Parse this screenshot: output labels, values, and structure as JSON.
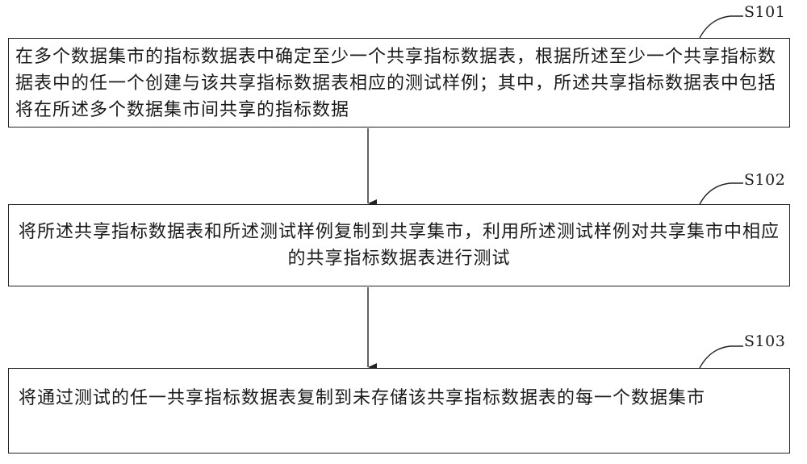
{
  "steps": [
    {
      "label": "S101",
      "text": "在多个数据集市的指标数据表中确定至少一个共享指标数据表，根据所述至少一个共享指标数据表中的任一个创建与该共享指标数据表相应的测试样例；其中，所述共享指标数据表中包括将在所述多个数据集市间共享的指标数据"
    },
    {
      "label": "S102",
      "text": "将所述共享指标数据表和所述测试样例复制到共享集市，利用所述测试样例对共享集市中相应的共享指标数据表进行测试"
    },
    {
      "label": "S103",
      "text": "将通过测试的任一共享指标数据表复制到未存储该共享指标数据表的每一个数据集市"
    }
  ],
  "colors": {
    "line": "#222222",
    "text": "#1a1a1a",
    "background": "#ffffff"
  }
}
